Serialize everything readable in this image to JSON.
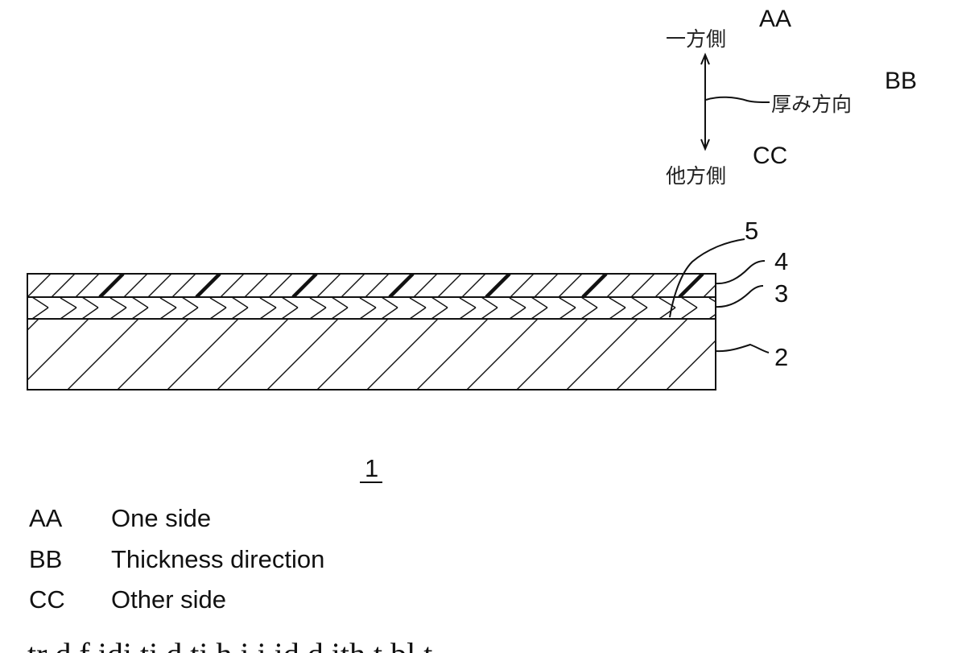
{
  "direction_labels": {
    "one_side_jp": "一方側",
    "thickness_direction_jp": "厚み方向",
    "other_side_jp": "他方側"
  },
  "codes": {
    "aa": "AA",
    "bb": "BB",
    "cc": "CC"
  },
  "reference_numerals": {
    "layer_2": "2",
    "layer_3": "3",
    "layer_4": "4",
    "layer_5": "5",
    "figure": "1"
  },
  "legend": [
    {
      "code": "AA",
      "text": "One side"
    },
    {
      "code": "BB",
      "text": "Thickness direction"
    },
    {
      "code": "CC",
      "text": "Other side"
    }
  ],
  "cutoff_text": "tr d f idi ti d ti h i i id d ith t bl t"
}
